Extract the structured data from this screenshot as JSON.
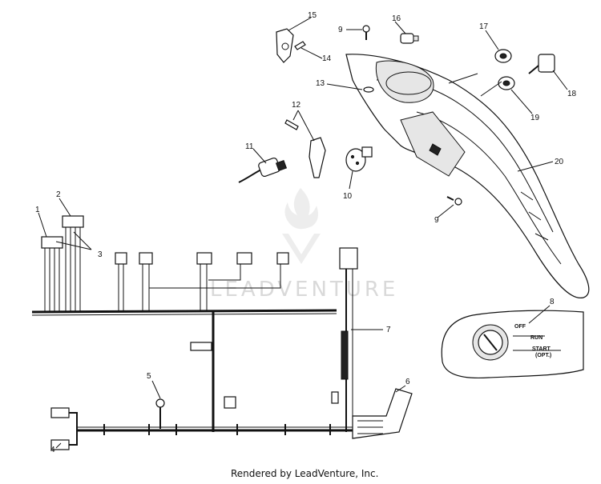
{
  "callouts": [
    "1",
    "2",
    "3",
    "4",
    "5",
    "6",
    "7",
    "8",
    "9",
    "9",
    "10",
    "11",
    "12",
    "13",
    "14",
    "15",
    "16",
    "17",
    "18",
    "19",
    "20"
  ],
  "switch_labels": {
    "off": "OFF",
    "run": "RUN",
    "start": "START",
    "opt": "(OPT.)"
  },
  "watermark": "LEADVENTURE",
  "footer": "Rendered by LeadVenture, Inc."
}
